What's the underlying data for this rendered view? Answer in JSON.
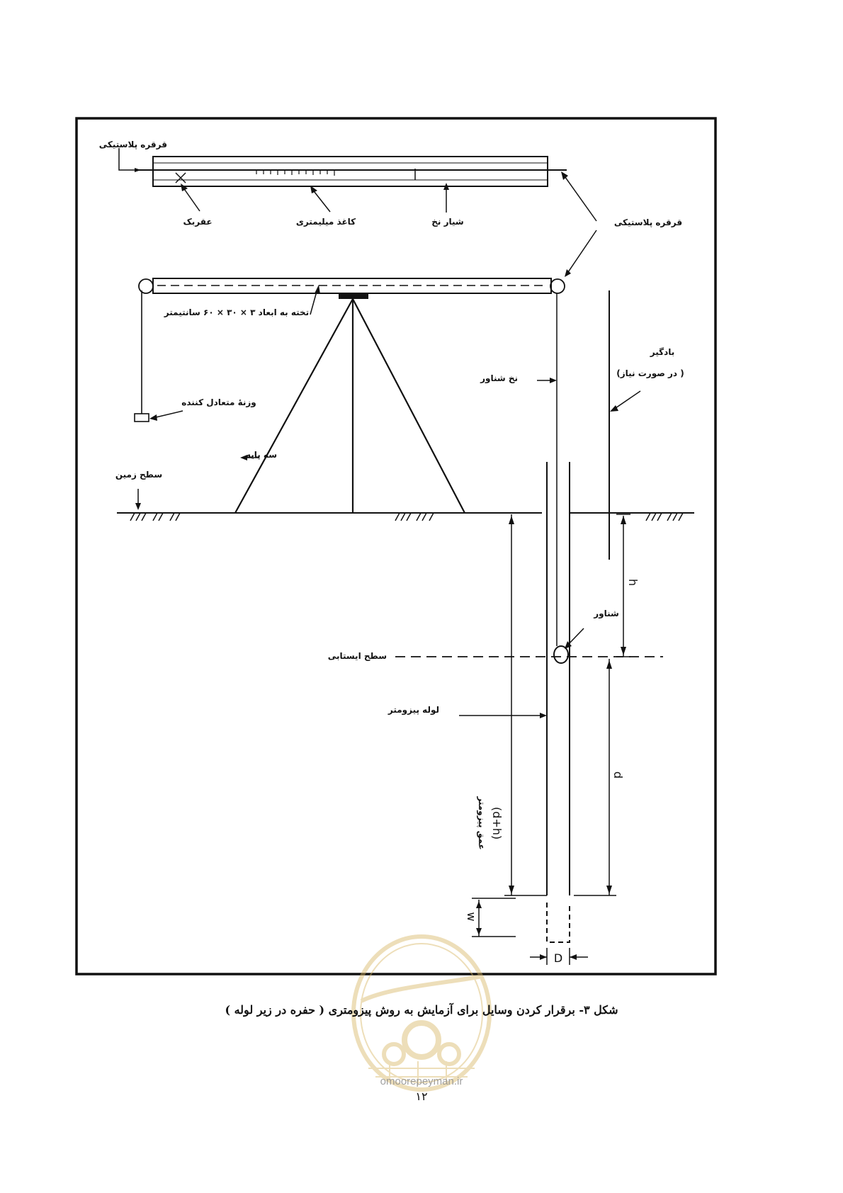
{
  "diagram": {
    "labels": {
      "plastic_reel_top": "قرقره پلاستیکی",
      "plastic_reel_right": "قرقره پلاستیکی",
      "pointer": "عقربک",
      "mm_paper": "کاغذ میلیمتری",
      "wire_slot": "شیار نخ",
      "board": "تخته به ابعاد ۳ × ۳۰ × ۶۰  سانتیمتر",
      "counterweight": "وزنهٔ متعادل کننده",
      "tripod": "سه پایه",
      "ground_surface": "سطح زمین",
      "float_wire": "نخ شناور",
      "windbreak_1": "بادگیر",
      "windbreak_2": "(در صورت نیاز )",
      "float": "شناور",
      "static_level": "سطح ایستابی",
      "piezometer_pipe": "لوله پیزومتر",
      "piezometer_depth": "عمق پیزومتر",
      "depth_formula": "(d+h)"
    },
    "dimensions": {
      "h": "h",
      "d": "d",
      "w": "w",
      "D": "D"
    }
  },
  "caption": "شکل ۳- برقرار کردن وسایل برای آزمایش به روش پیزومتری ( حفره در زیر لوله )",
  "page_number": "۱۲",
  "watermark": {
    "text": "omoorepeyman.ir",
    "color": "#d9b866"
  }
}
